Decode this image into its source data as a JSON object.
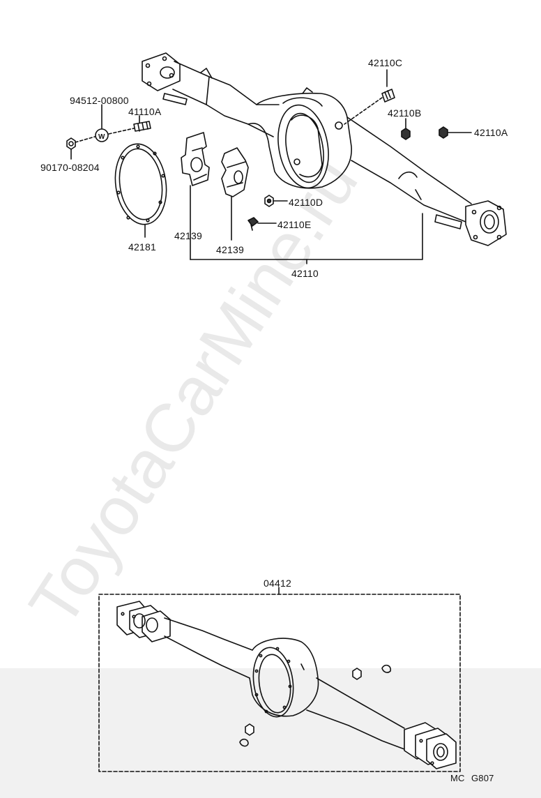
{
  "watermark": "ToyotaCarMine.ru",
  "parts": {
    "p42110C": "42110C",
    "p94512": "94512-00800",
    "p41110A": "41110A",
    "p42110B": "42110B",
    "p42110A": "42110A",
    "p90170": "90170-08204",
    "p42110D": "42110D",
    "p42110E": "42110E",
    "p42139a": "42139",
    "p42139b": "42139",
    "p42181": "42181",
    "p42110": "42110",
    "p04412": "04412"
  },
  "footer": {
    "code_left": "MC",
    "code_right": "G807"
  },
  "washer_mark": "W"
}
